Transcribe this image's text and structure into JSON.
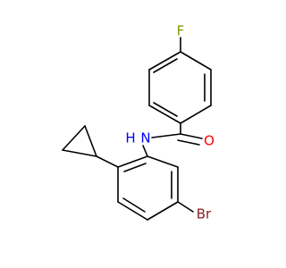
{
  "molecule": {
    "atoms": {
      "fluorine": {
        "symbol": "F",
        "color": "#7a9a00"
      },
      "oxygen": {
        "symbol": "O",
        "color": "#ff0000"
      },
      "nitrogen": {
        "symbol": "N",
        "hydrogen": "H",
        "color": "#0000ff"
      },
      "bromine": {
        "symbol": "Br",
        "color": "#8b1a1a"
      }
    },
    "bond_color": "#000000"
  }
}
